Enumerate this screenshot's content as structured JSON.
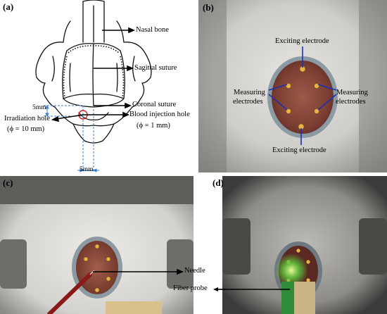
{
  "panels": {
    "a": {
      "label": "(a)",
      "annotations": {
        "nasal_bone": "Nasal bone",
        "sagittal_suture": "Sagittal suture",
        "coronal_suture": "Coronal suture",
        "blood_injection_hole": "Blood injection hole",
        "blood_injection_size": "(ϕ = 1 mm)",
        "irradiation_hole": "Irradiation hole",
        "irradiation_size": "(ϕ = 10 mm)",
        "dim_vertical": "5mm",
        "dim_horizontal": "5mm"
      }
    },
    "b": {
      "label": "(b)",
      "annotations": {
        "exciting_top": "Exciting electrode",
        "exciting_bottom": "Exciting electrode",
        "measuring_left_1": "Measuring",
        "measuring_left_2": "electrodes",
        "measuring_right_1": "Measuring",
        "measuring_right_2": "electrodes"
      }
    },
    "c": {
      "label": "(c)",
      "annotations": {
        "needle": "Needle"
      }
    },
    "d": {
      "label": "(d)",
      "annotations": {
        "fiber_probe": "Fiber probe"
      }
    }
  },
  "colors": {
    "annotation_line_dark": "#000000",
    "annotation_line_blue": "#1f2fb4",
    "dimension_line": "#3a7fd0",
    "injection_circle": "#d42020"
  }
}
